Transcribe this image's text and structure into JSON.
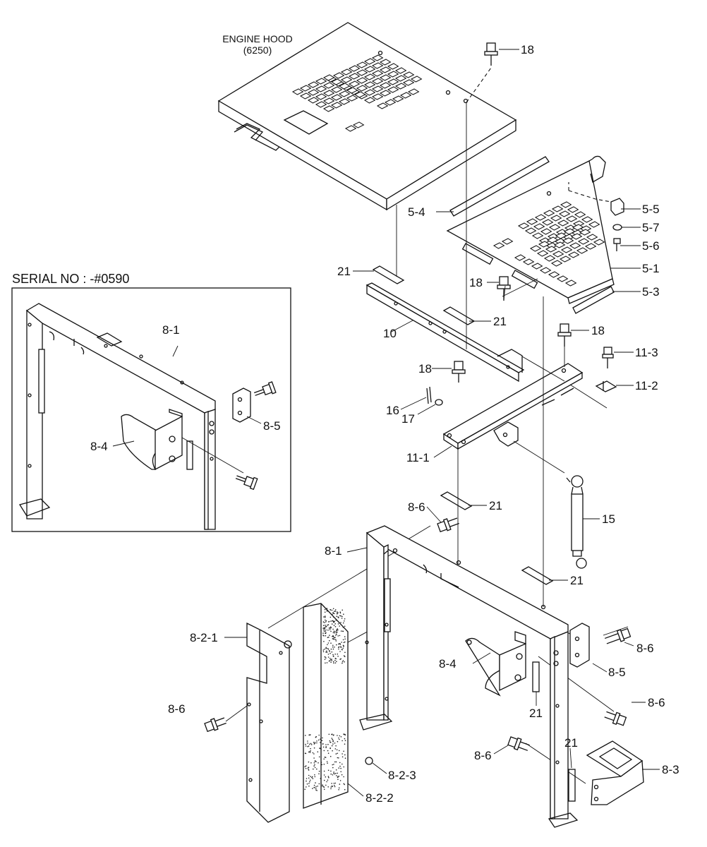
{
  "hood": {
    "title": "ENGINE HOOD",
    "code": "(6250)"
  },
  "inset": {
    "serial_label": "SERIAL NO : -#0590"
  },
  "callouts": [
    {
      "id": "c18a",
      "text": "18"
    },
    {
      "id": "c55",
      "text": "5-5"
    },
    {
      "id": "c54",
      "text": "5-4"
    },
    {
      "id": "c57",
      "text": "5-7"
    },
    {
      "id": "c56",
      "text": "5-6"
    },
    {
      "id": "c51",
      "text": "5-1"
    },
    {
      "id": "c53",
      "text": "5-3"
    },
    {
      "id": "c21a",
      "text": "21"
    },
    {
      "id": "c18b",
      "text": "18"
    },
    {
      "id": "c21b",
      "text": "21"
    },
    {
      "id": "c10",
      "text": "10"
    },
    {
      "id": "c18c",
      "text": "18"
    },
    {
      "id": "c113",
      "text": "11-3"
    },
    {
      "id": "c18d",
      "text": "18"
    },
    {
      "id": "c112",
      "text": "11-2"
    },
    {
      "id": "c16",
      "text": "16"
    },
    {
      "id": "c17",
      "text": "17"
    },
    {
      "id": "c111",
      "text": "11-1"
    },
    {
      "id": "c21c",
      "text": "21"
    },
    {
      "id": "c86a",
      "text": "8-6"
    },
    {
      "id": "c15",
      "text": "15"
    },
    {
      "id": "c81",
      "text": "8-1"
    },
    {
      "id": "c21d",
      "text": "21"
    },
    {
      "id": "c821",
      "text": "8-2-1"
    },
    {
      "id": "c86b",
      "text": "8-6"
    },
    {
      "id": "c84",
      "text": "8-4"
    },
    {
      "id": "c85",
      "text": "8-5"
    },
    {
      "id": "c86c",
      "text": "8-6"
    },
    {
      "id": "c21e",
      "text": "21"
    },
    {
      "id": "c86d",
      "text": "8-6"
    },
    {
      "id": "c21f",
      "text": "21"
    },
    {
      "id": "c86e",
      "text": "8-6"
    },
    {
      "id": "c83",
      "text": "8-3"
    },
    {
      "id": "c823",
      "text": "8-2-3"
    },
    {
      "id": "c822",
      "text": "8-2-2"
    },
    {
      "id": "ci81",
      "text": "8-1"
    },
    {
      "id": "ci85",
      "text": "8-5"
    },
    {
      "id": "ci84",
      "text": "8-4"
    }
  ]
}
